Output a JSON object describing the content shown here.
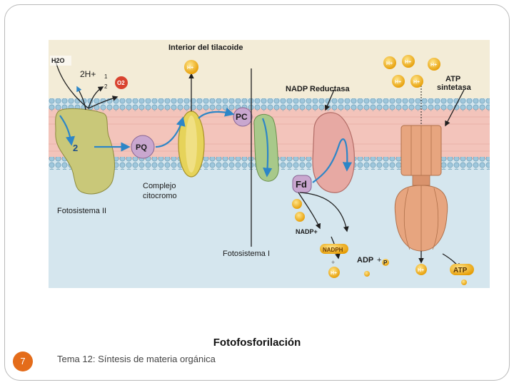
{
  "diagram": {
    "labels": {
      "h2o": "H2O",
      "two_h_plus": "2H+",
      "half_o2_num": "1",
      "half_o2_den": "2",
      "o2": "O2",
      "interior": "Interior del tilacoide",
      "nadp_reductasa": "NADP Reductasa",
      "atp_sintetasa_1": "ATP",
      "atp_sintetasa_2": "sintetasa",
      "pc": "PC",
      "pq": "PQ",
      "two_e": "2",
      "fd": "Fd",
      "complejo_1": "Complejo",
      "complejo_2": "citocromo",
      "fotosistema_ii": "Fotosistema II",
      "fotosistema_i": "Fotosistema I",
      "nadp_plus": "NADP+",
      "nadph": "NADPH",
      "adp": "ADP",
      "plus": "+",
      "pi": "P",
      "atp": "ATP",
      "h_plus": "H+"
    },
    "colors": {
      "lumen": "#f3ecd7",
      "stroma": "#d5e6ee",
      "membrane_core": "#f3c4bb",
      "lipid_head": "#9fc7dc",
      "psii": "#c9c879",
      "cyt": "#e6d35a",
      "psi": "#a8c98a",
      "nadp_red": "#e7a9a3",
      "atp_synthase": "#e7a57f",
      "ion": "#f2b51a",
      "arrow_blue": "#2d86c7"
    }
  },
  "caption": "Fotofosforilación",
  "footer": {
    "slide_number": "7",
    "text": "Tema 12: Síntesis de materia orgánica"
  }
}
